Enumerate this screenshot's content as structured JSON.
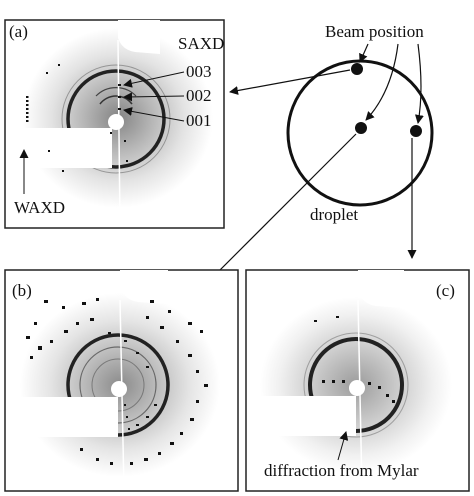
{
  "panels": {
    "a": {
      "label": "(a)"
    },
    "b": {
      "label": "(b)"
    },
    "c": {
      "label": "(c)"
    }
  },
  "annotations": {
    "saxd": "SAXD",
    "peak_003": "003",
    "peak_002": "002",
    "peak_001": "001",
    "waxd": "WAXD",
    "beam_position": "Beam position",
    "droplet": "droplet",
    "mylar": "diffraction from Mylar"
  },
  "colors": {
    "ink": "#111111",
    "pattern_background": "#ffffff",
    "scatter_haze": "#9a9a9a",
    "beamstop": "#ffffff"
  }
}
